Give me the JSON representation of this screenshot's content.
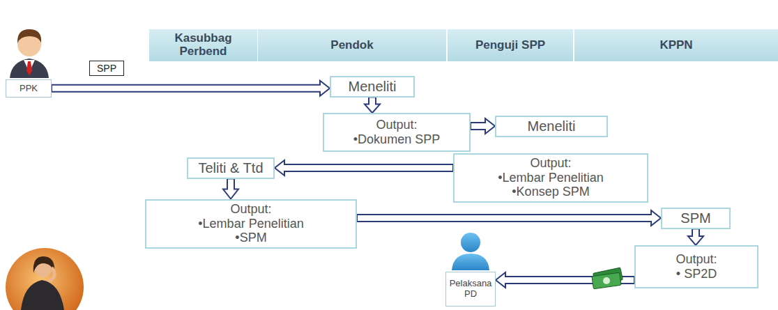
{
  "diagram": {
    "nodes": [
      {
        "text": [
          "Kasubbag Perbend"
        ]
      },
      {
        "text": [
          "Pendok"
        ]
      },
      {
        "text": [
          "Penguji SPP"
        ]
      },
      {
        "text": [
          "KPPN"
        ]
      },
      {
        "text": [
          "SPP"
        ]
      },
      {
        "text": [
          "PPK"
        ]
      },
      {
        "text": [
          "Meneliti"
        ]
      },
      {
        "text": [
          "Output:",
          "•Dokumen SPP"
        ]
      },
      {
        "text": [
          "Meneliti"
        ]
      },
      {
        "text": [
          "Teliti & Ttd"
        ]
      },
      {
        "text": [
          "Output:",
          "•Lembar Penelitian",
          "•Konsep SPM"
        ]
      },
      {
        "text": [
          "Output:",
          "•Lembar Penelitian",
          "•SPM"
        ]
      },
      {
        "text": [
          "SPM"
        ]
      },
      {
        "text": [
          "Output:",
          "• SP2D"
        ]
      },
      {
        "text": [
          "Pelaksana PD"
        ]
      }
    ],
    "edges": [
      {
        "from": 5,
        "to": 6,
        "arrow": "to"
      },
      {
        "from": 6,
        "to": 7,
        "arrow": "to"
      },
      {
        "from": 7,
        "to": 8,
        "arrow": "to"
      },
      {
        "from": 10,
        "to": 9,
        "arrow": "to"
      },
      {
        "from": 9,
        "to": 11,
        "arrow": "to"
      },
      {
        "from": 11,
        "to": 12,
        "arrow": "to"
      },
      {
        "from": 12,
        "to": 13,
        "arrow": "to"
      },
      {
        "from": 13,
        "to": 14,
        "arrow": "to"
      }
    ]
  }
}
